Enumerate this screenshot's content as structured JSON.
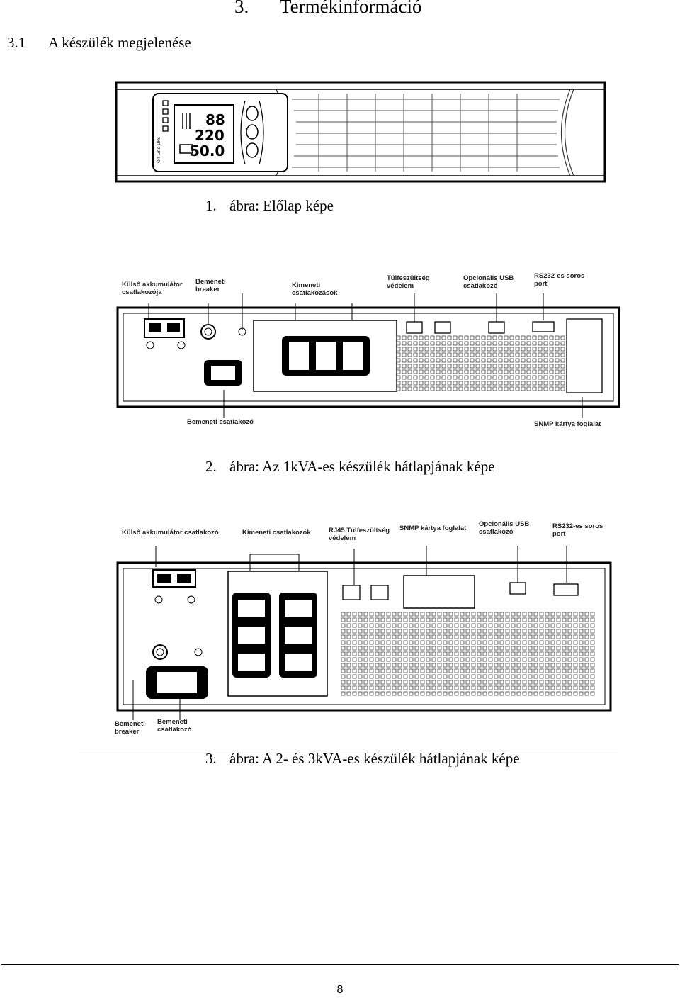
{
  "chapter": {
    "number": "3.",
    "title": "Termékinformáció"
  },
  "section": {
    "number": "3.1",
    "title": "A készülék megjelenése"
  },
  "figure1": {
    "caption_number": "1.",
    "caption_text": "ábra: Előlap képe",
    "lcd": {
      "row1": "88",
      "row2": "220",
      "row3": "50.0"
    },
    "side_text": "On-Line UPS"
  },
  "figure2": {
    "caption_number": "2.",
    "caption_text": "ábra: Az 1kVA-es készülék hátlapjának képe",
    "labels": {
      "battery": "Külső akkumulátor\ncsatlakozója",
      "breaker": "Bemeneti\nbreaker",
      "outputs": "Kimeneti\ncsatlakozások",
      "surge": "Túlfeszültség\nvédelem",
      "usb": "Opcionális USB\ncsatlakozó",
      "rs232": "RS232-es soros\nport",
      "input": "Bemeneti csatlakozó",
      "snmp": "SNMP kártya foglalat"
    }
  },
  "figure3": {
    "caption_number": "3.",
    "caption_text": "ábra: A 2- és 3kVA-es készülék hátlapjának képe",
    "labels": {
      "battery": "Külső akkumulátor csatlakozó",
      "outputs": "Kimeneti csatlakozók",
      "rj45": "RJ45 Túlfeszültség\nvédelem",
      "snmp": "SNMP kártya foglalat",
      "usb": "Opcionális USB\ncsatlakozó",
      "rs232": "RS232-es soros\nport",
      "breaker": "Bemeneti\nbreaker",
      "input": "Bemeneti\ncsatlakozó"
    }
  },
  "page_number": "8"
}
